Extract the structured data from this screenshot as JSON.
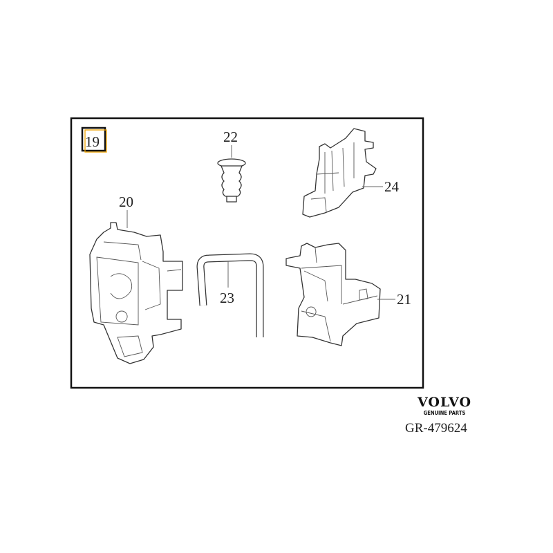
{
  "diagram": {
    "group_label": "19",
    "callouts": [
      {
        "id": "20"
      },
      {
        "id": "21"
      },
      {
        "id": "22"
      },
      {
        "id": "23"
      },
      {
        "id": "24"
      }
    ],
    "highlight_color": "#f0a500"
  },
  "brand": {
    "logo_text": "VOLVO",
    "tagline": "GENUINE PARTS",
    "reference": "GR-479624"
  }
}
